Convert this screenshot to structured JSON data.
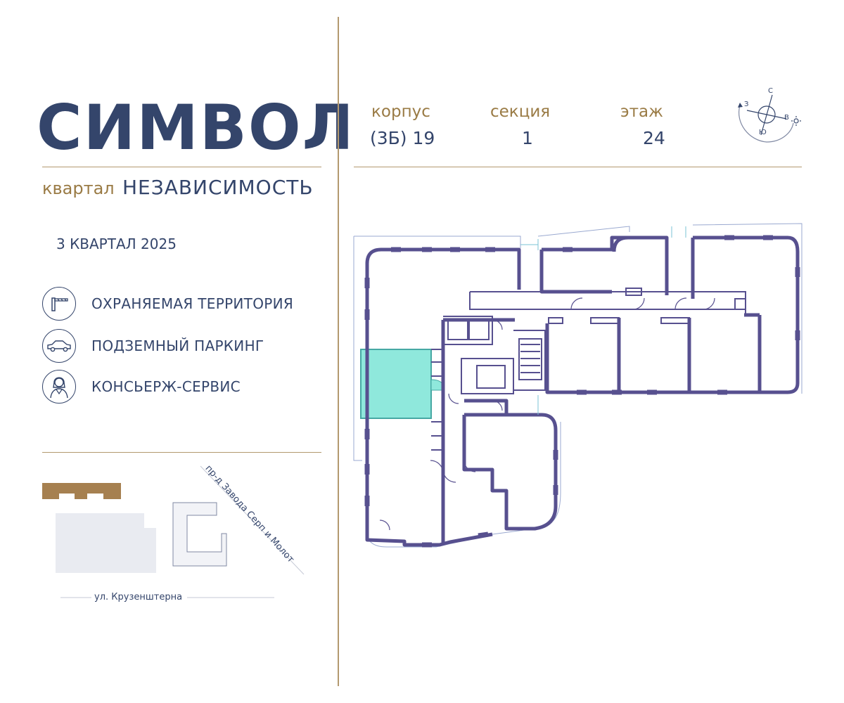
{
  "brand": {
    "logo": "СИМВОЛ"
  },
  "district": {
    "prefix": "квартал",
    "name": "НЕЗАВИСИМОСТЬ"
  },
  "completion": "3 КВАРТАЛ 2025",
  "features": [
    {
      "icon": "barrier-gate-icon",
      "label": "ОХРАНЯЕМАЯ ТЕРРИТОРИЯ"
    },
    {
      "icon": "car-icon",
      "label": "ПОДЗЕМНЫЙ ПАРКИНГ"
    },
    {
      "icon": "concierge-icon",
      "label": "КОНСЬЕРЖ-СЕРВИС"
    }
  ],
  "apartment": {
    "korpus_label": "корпус",
    "korpus_value": "(3Б) 19",
    "section_label": "секция",
    "section_value": "1",
    "floor_label": "этаж",
    "floor_value": "24"
  },
  "compass": {
    "north": "С",
    "south": "Ю",
    "west": "З",
    "east": "В"
  },
  "site_map": {
    "street_bottom": "ул. Крузенштерна",
    "street_diagonal": "пр-д Завода Серп и Молот"
  },
  "colors": {
    "navy": "#34456b",
    "gold": "#9a7b45",
    "plan_wall": "#57508f",
    "highlight": "#8fe8dc"
  }
}
